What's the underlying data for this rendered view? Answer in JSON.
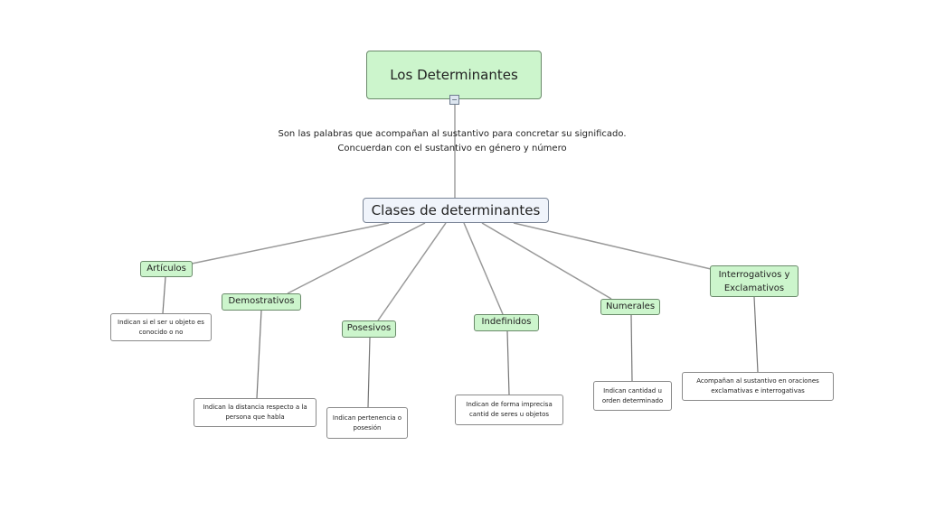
{
  "main": {
    "title": "Los Determinantes",
    "collapse_icon": "minus",
    "description_line1": "Son las palabras que acompañan al sustantivo para concretar su significado.",
    "description_line2": "Concuerdan con el sustantivo en género y número"
  },
  "clases": {
    "title": "Clases de determinantes"
  },
  "categories": [
    {
      "label": "Artículos",
      "info": "Indican si el ser u objeto es conocido o no"
    },
    {
      "label": "Demostrativos",
      "info": "Indican la distancia respecto a la persona que habla"
    },
    {
      "label": "Posesivos",
      "info": "Indican pertenencia o posesión"
    },
    {
      "label": "Indefinidos",
      "info": "Indican de forma imprecisa cantid de seres u objetos"
    },
    {
      "label": "Numerales",
      "info": "Indican cantidad u orden determinado"
    },
    {
      "label": "Interrogativos y Exclamativos",
      "info": "Acompañan al sustantivo en oraciones exclamativas e interrogativas"
    }
  ],
  "colors": {
    "node_fill": "#ccf5cc",
    "node_border": "#6a8a6a",
    "line": "#8a8a8a"
  }
}
